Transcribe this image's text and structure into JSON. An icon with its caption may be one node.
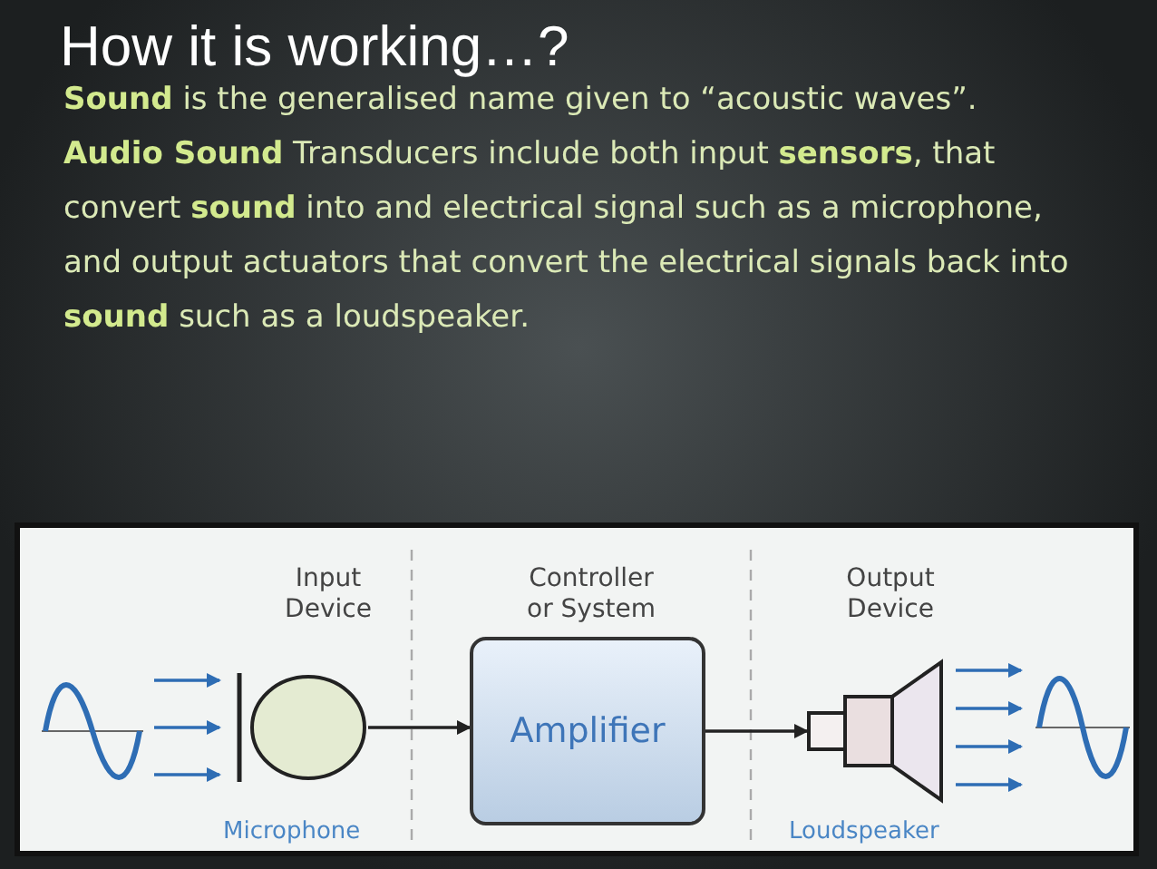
{
  "diagram": {
    "title": "How it is working…?",
    "nodes": [
      {
        "text": [],
        "shape": "wave"
      },
      {
        "text": [],
        "shape": "circle",
        "beside": [
          "Microphone"
        ]
      },
      {
        "text": [
          "Amplifier"
        ]
      },
      {
        "text": [],
        "shape": "speaker",
        "beside": [
          "Loudspeaker"
        ]
      },
      {
        "text": [],
        "shape": "wave"
      }
    ],
    "edges": [
      {
        "from": 0,
        "to": 1,
        "arrow": "to"
      },
      {
        "from": 0,
        "to": 1,
        "arrow": "to"
      },
      {
        "from": 0,
        "to": 1,
        "arrow": "to"
      },
      {
        "from": 1,
        "to": 2,
        "arrow": "to",
        "color": "#222222"
      },
      {
        "from": 2,
        "to": 3,
        "arrow": "to",
        "color": "#222222"
      },
      {
        "from": 3,
        "to": 4,
        "arrow": "to"
      },
      {
        "from": 3,
        "to": 4,
        "arrow": "to"
      },
      {
        "from": 3,
        "to": 4,
        "arrow": "to"
      },
      {
        "from": 3,
        "to": 4,
        "arrow": "to"
      }
    ],
    "labels": [
      "**Sound** is the generalised name given to “acoustic waves”. **Audio Sound** Transducers include both input **sensors**, that convert **sound** into and electrical signal such as a microphone, and output actuators that convert the electrical signals back into **sound** such as a loudspeaker.",
      "Input Device",
      "Controller or System",
      "Output Device"
    ]
  }
}
